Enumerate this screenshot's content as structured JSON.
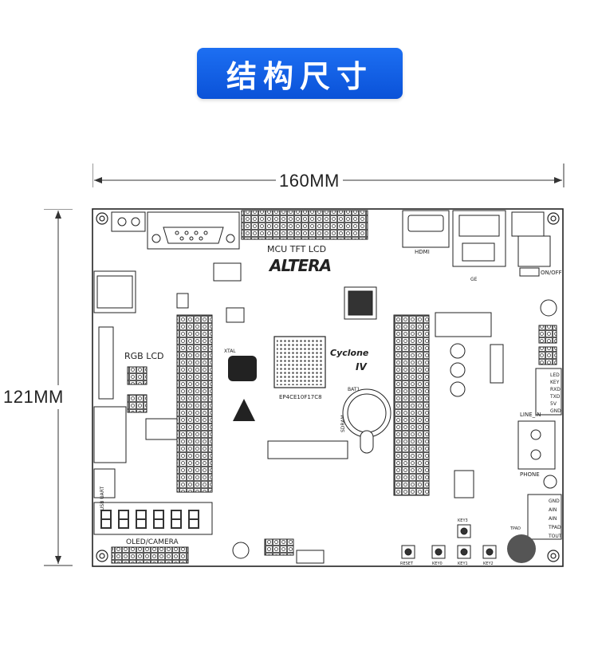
{
  "header": {
    "title": "结构尺寸"
  },
  "dimensions": {
    "width_label": "160MM",
    "height_label": "121MM"
  },
  "board": {
    "silkscreen": {
      "mcu_tft_lcd": "MCU  TFT  LCD",
      "brand": "ALTERA",
      "cyclone": "Cyclone",
      "cyclone_gen": "IV",
      "fpga_part": "EP4CE10F17C8",
      "rgb_lcd": "RGB LCD",
      "oled_camera": "OLED/CAMERA",
      "hdmi": "HDMI",
      "sdram": "SDRAM",
      "bat": "BAT1",
      "on_off": "ON/OFF",
      "line_in": "LINE_IN",
      "phone": "PHONE",
      "ge": "GE",
      "xtal": "XTAL",
      "tpad": "TPAD",
      "key0": "KEY0",
      "key1": "KEY1",
      "key2": "KEY2",
      "key3": "KEY3",
      "reset": "RESET",
      "usb_uart": "USB UART"
    },
    "led_labels": [
      "LED",
      "KEY",
      "RXD",
      "TXD",
      "5V",
      "GND"
    ],
    "audio_labels": [
      "GND",
      "AIN",
      "AIN",
      "TPAD",
      "TOUT"
    ]
  }
}
